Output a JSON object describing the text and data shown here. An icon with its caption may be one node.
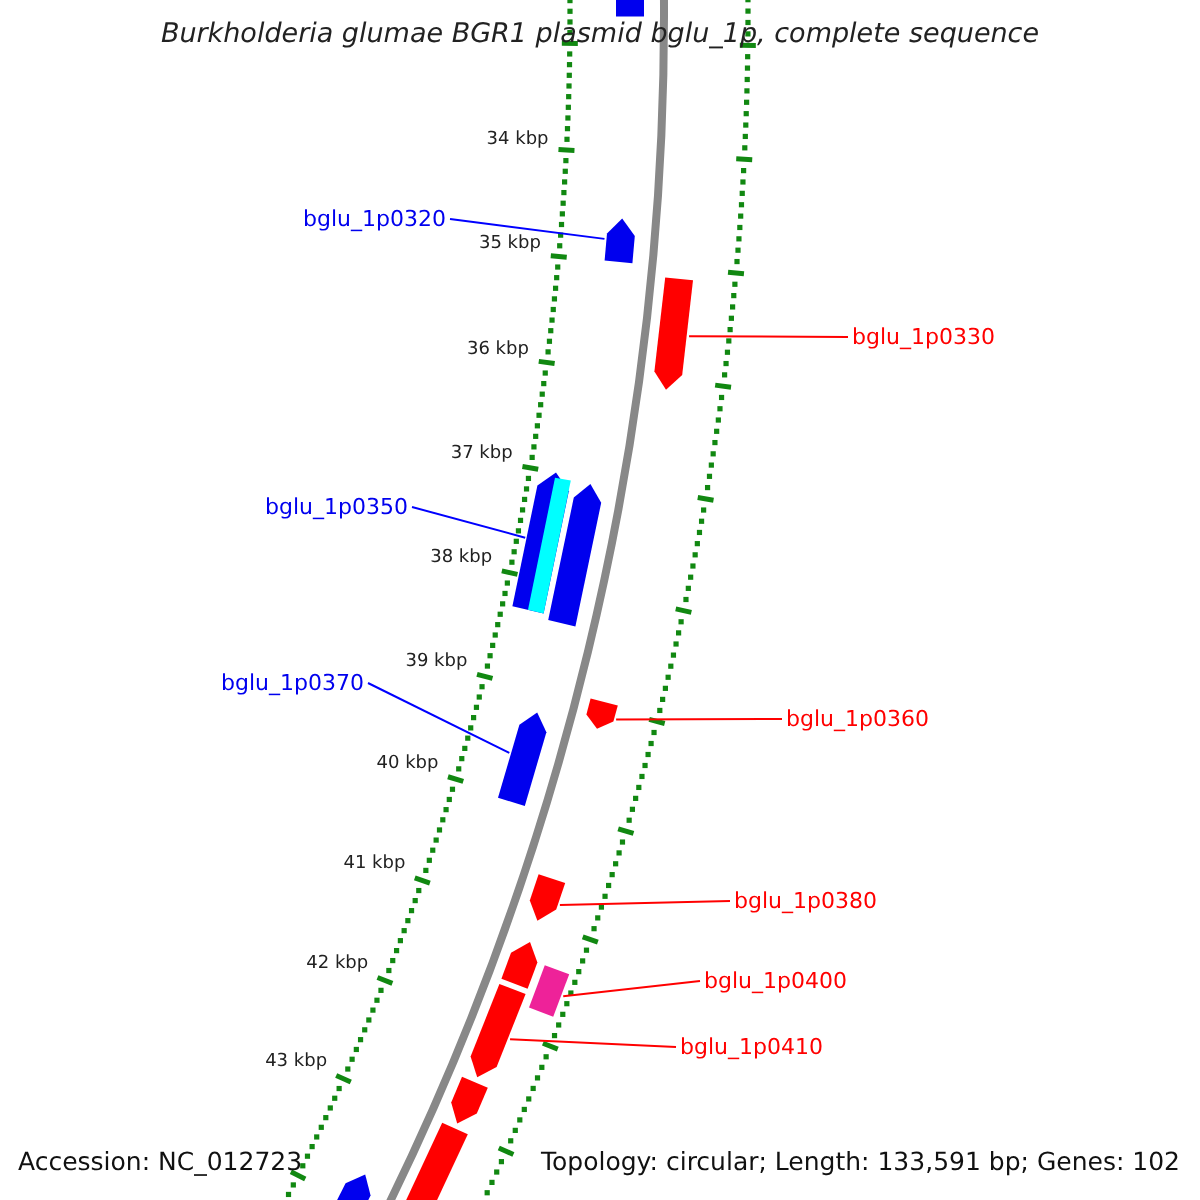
{
  "diagram": {
    "title": "Burkholderia glumae BGR1 plasmid bglu_1p, complete sequence",
    "nodes": [
      {
        "text": [
          "bglu_1p0320"
        ]
      },
      {
        "text": [],
        "shape": "arrow"
      },
      {
        "text": [
          "bglu_1p0330"
        ]
      },
      {
        "text": [],
        "shape": "arrow"
      },
      {
        "text": [
          "bglu_1p0350"
        ]
      },
      {
        "text": [],
        "shape": "arrow"
      },
      {
        "text": [
          "bglu_1p0360"
        ]
      },
      {
        "text": [],
        "shape": "arrow"
      },
      {
        "text": [
          "bglu_1p0370"
        ]
      },
      {
        "text": [],
        "shape": "arrow"
      },
      {
        "text": [
          "bglu_1p0380"
        ]
      },
      {
        "text": [],
        "shape": "arrow"
      },
      {
        "text": [
          "bglu_1p0400"
        ]
      },
      {
        "text": [],
        "shape": "arrow"
      },
      {
        "text": [
          "bglu_1p0410"
        ]
      },
      {
        "text": [],
        "shape": "arrow"
      },
      {
        "text": [],
        "shape": "arrow"
      },
      {
        "text": [],
        "shape": "arrow"
      },
      {
        "text": [],
        "shape": "arrow"
      },
      {
        "text": [],
        "shape": "arrow"
      },
      {
        "text": [],
        "shape": "arrow"
      },
      {
        "text": [],
        "shape": "arrow"
      }
    ],
    "edges": [
      {
        "from": 0,
        "to": 1,
        "arrow": "none",
        "color": "#0000ff"
      },
      {
        "from": 2,
        "to": 3,
        "arrow": "none"
      },
      {
        "from": 4,
        "to": 5,
        "arrow": "none",
        "color": "#0000ff"
      },
      {
        "from": 6,
        "to": 7,
        "arrow": "none"
      },
      {
        "from": 8,
        "to": 9,
        "arrow": "none",
        "color": "#0000ff"
      },
      {
        "from": 10,
        "to": 11,
        "arrow": "none"
      },
      {
        "from": 12,
        "to": 13,
        "arrow": "none"
      },
      {
        "from": 14,
        "to": 15,
        "arrow": "none"
      }
    ],
    "labels": [
      "34 kbp",
      "35 kbp",
      "36 kbp",
      "37 kbp",
      "38 kbp",
      "39 kbp",
      "40 kbp",
      "41 kbp",
      "42 kbp",
      "43 kbp",
      "Accession: NC_012723",
      "Topology: circular; Length: 133,591 bp; Genes: 102"
    ]
  }
}
